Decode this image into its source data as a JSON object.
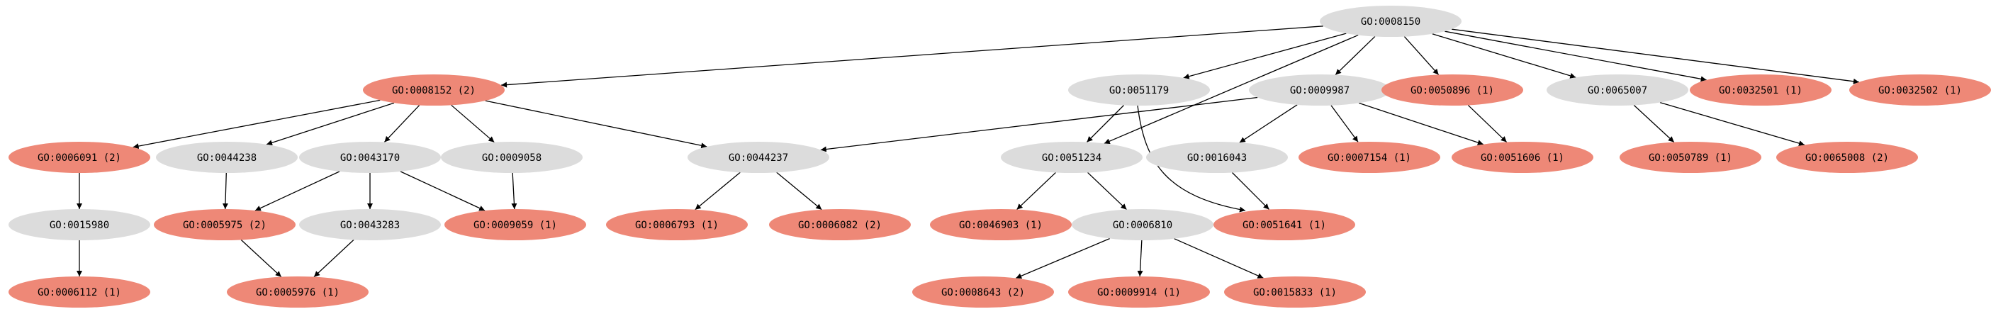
{
  "colors": {
    "highlight": "#EE8877",
    "plain": "#DCDCDC",
    "edge": "#000000",
    "background": "#FFFFFF"
  },
  "nodes": [
    {
      "id": "n8150",
      "label": "GO:0008150",
      "highlight": false
    },
    {
      "id": "n8152",
      "label": "GO:0008152 (2)",
      "highlight": true
    },
    {
      "id": "n51179",
      "label": "GO:0051179",
      "highlight": false
    },
    {
      "id": "n9987",
      "label": "GO:0009987",
      "highlight": false
    },
    {
      "id": "n50896",
      "label": "GO:0050896 (1)",
      "highlight": true
    },
    {
      "id": "n65007",
      "label": "GO:0065007",
      "highlight": false
    },
    {
      "id": "n32501",
      "label": "GO:0032501 (1)",
      "highlight": true
    },
    {
      "id": "n32502",
      "label": "GO:0032502 (1)",
      "highlight": true
    },
    {
      "id": "n6091",
      "label": "GO:0006091 (2)",
      "highlight": true
    },
    {
      "id": "n44238",
      "label": "GO:0044238",
      "highlight": false
    },
    {
      "id": "n43170",
      "label": "GO:0043170",
      "highlight": false
    },
    {
      "id": "n9058",
      "label": "GO:0009058",
      "highlight": false
    },
    {
      "id": "n44237",
      "label": "GO:0044237",
      "highlight": false
    },
    {
      "id": "n51234",
      "label": "GO:0051234",
      "highlight": false
    },
    {
      "id": "n16043",
      "label": "GO:0016043",
      "highlight": false
    },
    {
      "id": "n7154",
      "label": "GO:0007154 (1)",
      "highlight": true
    },
    {
      "id": "n51606",
      "label": "GO:0051606 (1)",
      "highlight": true
    },
    {
      "id": "n50789",
      "label": "GO:0050789 (1)",
      "highlight": true
    },
    {
      "id": "n65008",
      "label": "GO:0065008 (2)",
      "highlight": true
    },
    {
      "id": "n15980",
      "label": "GO:0015980",
      "highlight": false
    },
    {
      "id": "n5975",
      "label": "GO:0005975 (2)",
      "highlight": true
    },
    {
      "id": "n43283",
      "label": "GO:0043283",
      "highlight": false
    },
    {
      "id": "n9059",
      "label": "GO:0009059 (1)",
      "highlight": true
    },
    {
      "id": "n6793",
      "label": "GO:0006793 (1)",
      "highlight": true
    },
    {
      "id": "n6082",
      "label": "GO:0006082 (2)",
      "highlight": true
    },
    {
      "id": "n46903",
      "label": "GO:0046903 (1)",
      "highlight": true
    },
    {
      "id": "n6810",
      "label": "GO:0006810",
      "highlight": false
    },
    {
      "id": "n51641",
      "label": "GO:0051641 (1)",
      "highlight": true
    },
    {
      "id": "n6112",
      "label": "GO:0006112 (1)",
      "highlight": true
    },
    {
      "id": "n5976",
      "label": "GO:0005976 (1)",
      "highlight": true
    },
    {
      "id": "n8643",
      "label": "GO:0008643 (2)",
      "highlight": true
    },
    {
      "id": "n9914",
      "label": "GO:0009914 (1)",
      "highlight": true
    },
    {
      "id": "n15833",
      "label": "GO:0015833 (1)",
      "highlight": true
    }
  ],
  "edges": [
    [
      "n8150",
      "n8152"
    ],
    [
      "n8150",
      "n51179"
    ],
    [
      "n8150",
      "n9987"
    ],
    [
      "n8150",
      "n50896"
    ],
    [
      "n8150",
      "n65007"
    ],
    [
      "n8150",
      "n32501"
    ],
    [
      "n8150",
      "n32502"
    ],
    [
      "n8150",
      "n51234"
    ],
    [
      "n8152",
      "n6091"
    ],
    [
      "n8152",
      "n44238"
    ],
    [
      "n8152",
      "n43170"
    ],
    [
      "n8152",
      "n9058"
    ],
    [
      "n8152",
      "n44237"
    ],
    [
      "n51179",
      "n51234"
    ],
    [
      "n51179",
      "n51641"
    ],
    [
      "n9987",
      "n44237"
    ],
    [
      "n9987",
      "n16043"
    ],
    [
      "n9987",
      "n7154"
    ],
    [
      "n9987",
      "n51606"
    ],
    [
      "n50896",
      "n51606"
    ],
    [
      "n65007",
      "n50789"
    ],
    [
      "n65007",
      "n65008"
    ],
    [
      "n6091",
      "n15980"
    ],
    [
      "n15980",
      "n6112"
    ],
    [
      "n44238",
      "n5975"
    ],
    [
      "n43170",
      "n5975"
    ],
    [
      "n43170",
      "n43283"
    ],
    [
      "n43170",
      "n9059"
    ],
    [
      "n9058",
      "n9059"
    ],
    [
      "n44237",
      "n6793"
    ],
    [
      "n44237",
      "n6082"
    ],
    [
      "n51234",
      "n46903"
    ],
    [
      "n51234",
      "n6810"
    ],
    [
      "n16043",
      "n51641"
    ],
    [
      "n5975",
      "n5976"
    ],
    [
      "n43283",
      "n5976"
    ],
    [
      "n6810",
      "n8643"
    ],
    [
      "n6810",
      "n9914"
    ],
    [
      "n6810",
      "n15833"
    ]
  ]
}
